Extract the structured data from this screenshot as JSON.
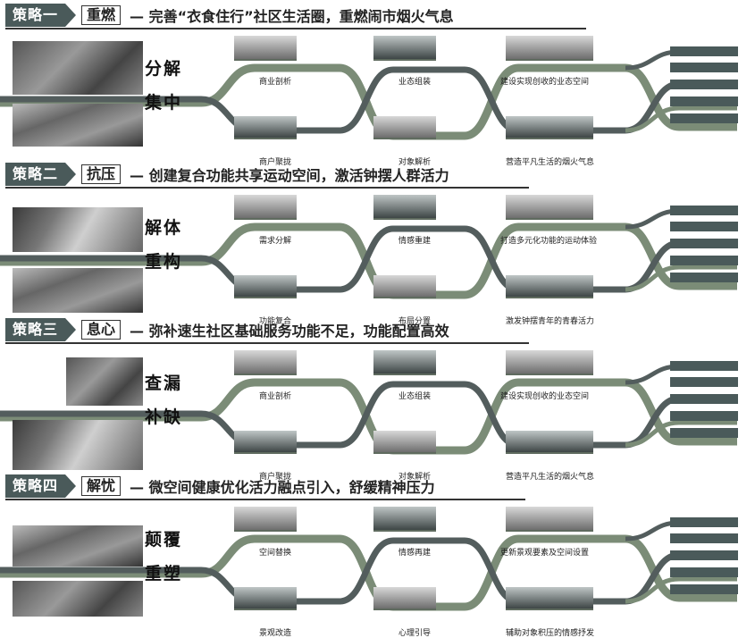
{
  "colors": {
    "tag_bg": "#4a5a5a",
    "band_green": "#7b8c77",
    "band_dark": "#535d5d"
  },
  "sections": [
    {
      "tag": "策略一",
      "key": "重燃",
      "desc": "— 完善“衣食住行”社区生活圈，重燃闹市烟火气息",
      "word_top": "分解",
      "word_bottom": "集中",
      "captions": [
        "商业剖析",
        "商户聚拢",
        "业态组装",
        "对象解析",
        "建设实现创收的业态空间",
        "营造平凡生活的烟火气息"
      ]
    },
    {
      "tag": "策略二",
      "key": "抗压",
      "desc": "— 创建复合功能共享运动空间，激活钟摆人群活力",
      "word_top": "解体",
      "word_bottom": "重构",
      "captions": [
        "需求分解",
        "功能复合",
        "情感重建",
        "布局分置",
        "打造多元化功能的运动体验",
        "激发钟摆青年的青春活力"
      ]
    },
    {
      "tag": "策略三",
      "key": "息心",
      "desc": "— 弥补速生社区基础服务功能不足，功能配置高效",
      "word_top": "查漏",
      "word_bottom": "补缺",
      "captions": [
        "商业剖析",
        "商户聚拢",
        "业态组装",
        "对象解析",
        "建设实现创收的业态空间",
        "营造平凡生活的烟火气息"
      ]
    },
    {
      "tag": "策略四",
      "key": "解忧",
      "desc": "— 微空间健康优化活力融点引入，舒缓精神压力",
      "word_top": "颠覆",
      "word_bottom": "重塑",
      "captions": [
        "空间替换",
        "景观改造",
        "情感再建",
        "心理引导",
        "更新景观要素及空间设置",
        "辅助对象积压的情感抒发"
      ]
    }
  ]
}
